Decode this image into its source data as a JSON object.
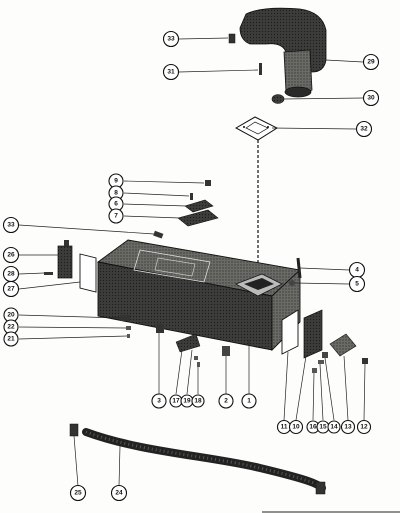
{
  "diagram": {
    "callouts": [
      {
        "id": "c33a",
        "text": "33"
      },
      {
        "id": "c31",
        "text": "31"
      },
      {
        "id": "c29",
        "text": "29"
      },
      {
        "id": "c30",
        "text": "30"
      },
      {
        "id": "c32",
        "text": "32"
      },
      {
        "id": "c9",
        "text": "9"
      },
      {
        "id": "c8",
        "text": "8"
      },
      {
        "id": "c6",
        "text": "6"
      },
      {
        "id": "c7",
        "text": "7"
      },
      {
        "id": "c33b",
        "text": "33"
      },
      {
        "id": "c26",
        "text": "26"
      },
      {
        "id": "c28",
        "text": "28"
      },
      {
        "id": "c27",
        "text": "27"
      },
      {
        "id": "c4",
        "text": "4"
      },
      {
        "id": "c5",
        "text": "5"
      },
      {
        "id": "c20",
        "text": "20"
      },
      {
        "id": "c22",
        "text": "22"
      },
      {
        "id": "c21",
        "text": "21"
      },
      {
        "id": "c3",
        "text": "3"
      },
      {
        "id": "c17",
        "text": "17"
      },
      {
        "id": "c19",
        "text": "19"
      },
      {
        "id": "c18",
        "text": "18"
      },
      {
        "id": "c2",
        "text": "2"
      },
      {
        "id": "c1",
        "text": "1"
      },
      {
        "id": "c11",
        "text": "11"
      },
      {
        "id": "c10",
        "text": "10"
      },
      {
        "id": "c16",
        "text": "16"
      },
      {
        "id": "c15",
        "text": "15"
      },
      {
        "id": "c14",
        "text": "14"
      },
      {
        "id": "c13",
        "text": "13"
      },
      {
        "id": "c12",
        "text": "12"
      },
      {
        "id": "c25",
        "text": "25"
      },
      {
        "id": "c24",
        "text": "24"
      }
    ]
  }
}
